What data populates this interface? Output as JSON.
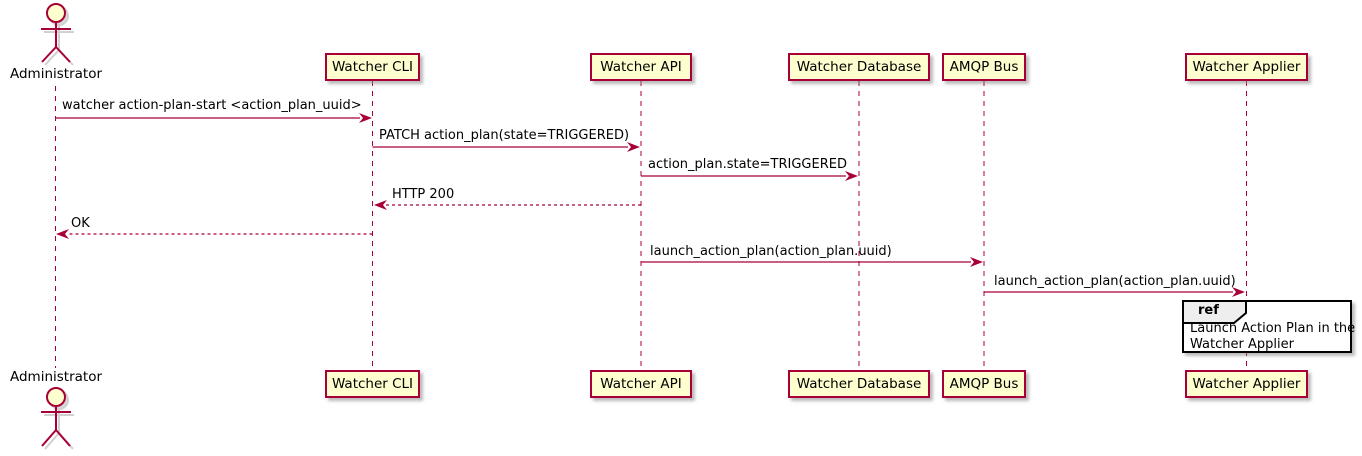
{
  "diagram": {
    "kind": "plantuml-sequence-diagram",
    "colors": {
      "participant_fill": "#FEFECE",
      "participant_border": "#A80036",
      "arrow": "#A80036",
      "lifeline": "#A80036",
      "ref_border": "#000000",
      "ref_tab_fill": "#EEEEEE",
      "background": "#FFFFFF"
    }
  },
  "actor": {
    "name": "Administrator"
  },
  "participants": [
    {
      "name": "Watcher CLI"
    },
    {
      "name": "Watcher API"
    },
    {
      "name": "Watcher Database"
    },
    {
      "name": "AMQP Bus"
    },
    {
      "name": "Watcher Applier"
    }
  ],
  "messages": [
    {
      "from": "Administrator",
      "to": "Watcher CLI",
      "style": "solid",
      "text": "watcher action-plan-start <action_plan_uuid>"
    },
    {
      "from": "Watcher CLI",
      "to": "Watcher API",
      "style": "solid",
      "text": "PATCH action_plan(state=TRIGGERED)"
    },
    {
      "from": "Watcher API",
      "to": "Watcher Database",
      "style": "solid",
      "text": "action_plan.state=TRIGGERED"
    },
    {
      "from": "Watcher API",
      "to": "Watcher CLI",
      "style": "dashed",
      "text": "HTTP 200"
    },
    {
      "from": "Watcher CLI",
      "to": "Administrator",
      "style": "dashed",
      "text": "OK"
    },
    {
      "from": "Watcher API",
      "to": "AMQP Bus",
      "style": "solid",
      "text": "launch_action_plan(action_plan.uuid)"
    },
    {
      "from": "AMQP Bus",
      "to": "Watcher Applier",
      "style": "solid",
      "text": "launch_action_plan(action_plan.uuid)"
    }
  ],
  "ref": {
    "label": "ref",
    "lines": [
      "Launch Action Plan in the",
      "Watcher Applier"
    ]
  }
}
